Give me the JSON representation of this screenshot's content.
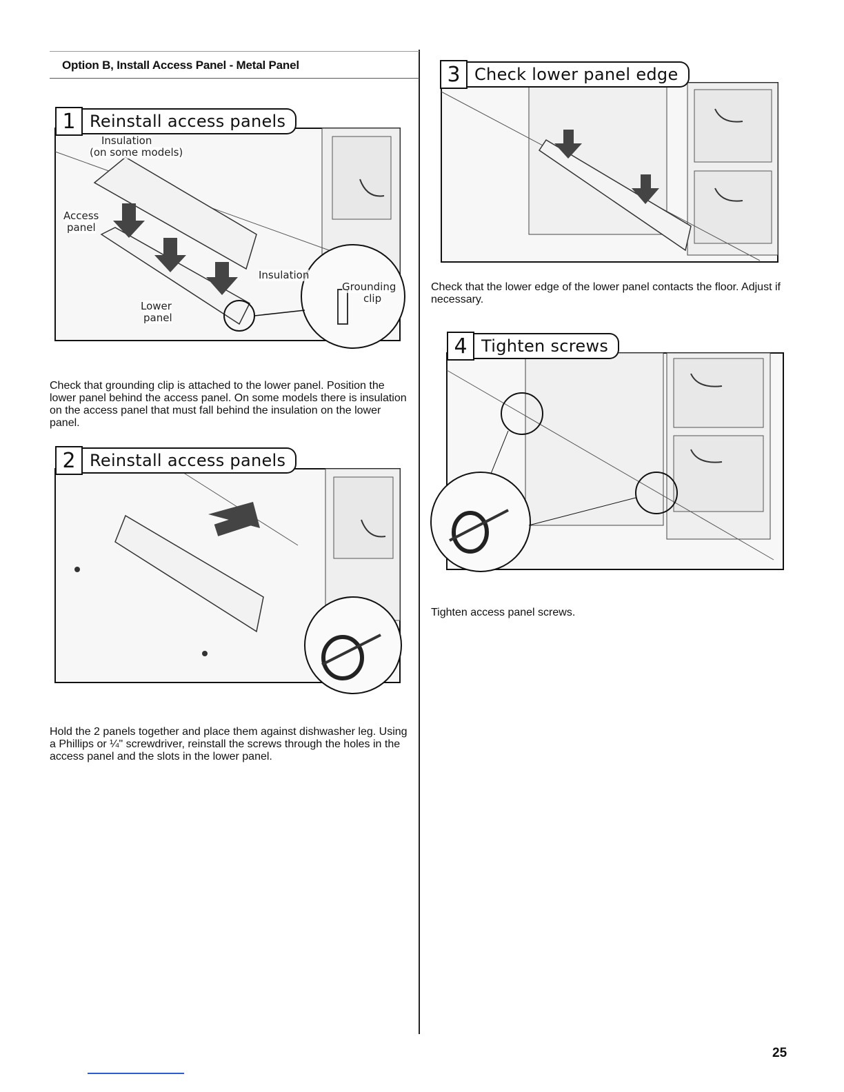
{
  "section_title": "Option B, Install Access Panel - Metal Panel",
  "steps": [
    {
      "number": "1",
      "title": "Reinstall access panels",
      "callouts": [
        "Insulation",
        "(on some models)",
        "Access",
        "panel",
        "Insulation",
        "Grounding",
        "clip",
        "Lower",
        "panel"
      ],
      "caption": "Check that grounding clip is attached to the lower panel. Position the lower panel behind the access panel. On some models there is insulation on the access panel that must fall behind the insulation on the lower panel."
    },
    {
      "number": "2",
      "title": "Reinstall access panels",
      "caption": "Hold the 2 panels together and place them against dishwasher leg. Using a Phillips or ¼\" screwdriver, reinstall the screws through the holes in the access panel and the slots in the lower panel."
    },
    {
      "number": "3",
      "title": "Check lower panel edge",
      "caption": "Check that the lower edge of the lower panel contacts the floor. Adjust if necessary."
    },
    {
      "number": "4",
      "title": "Tighten screws",
      "caption": "Tighten access panel screws."
    }
  ],
  "page_number": "25"
}
